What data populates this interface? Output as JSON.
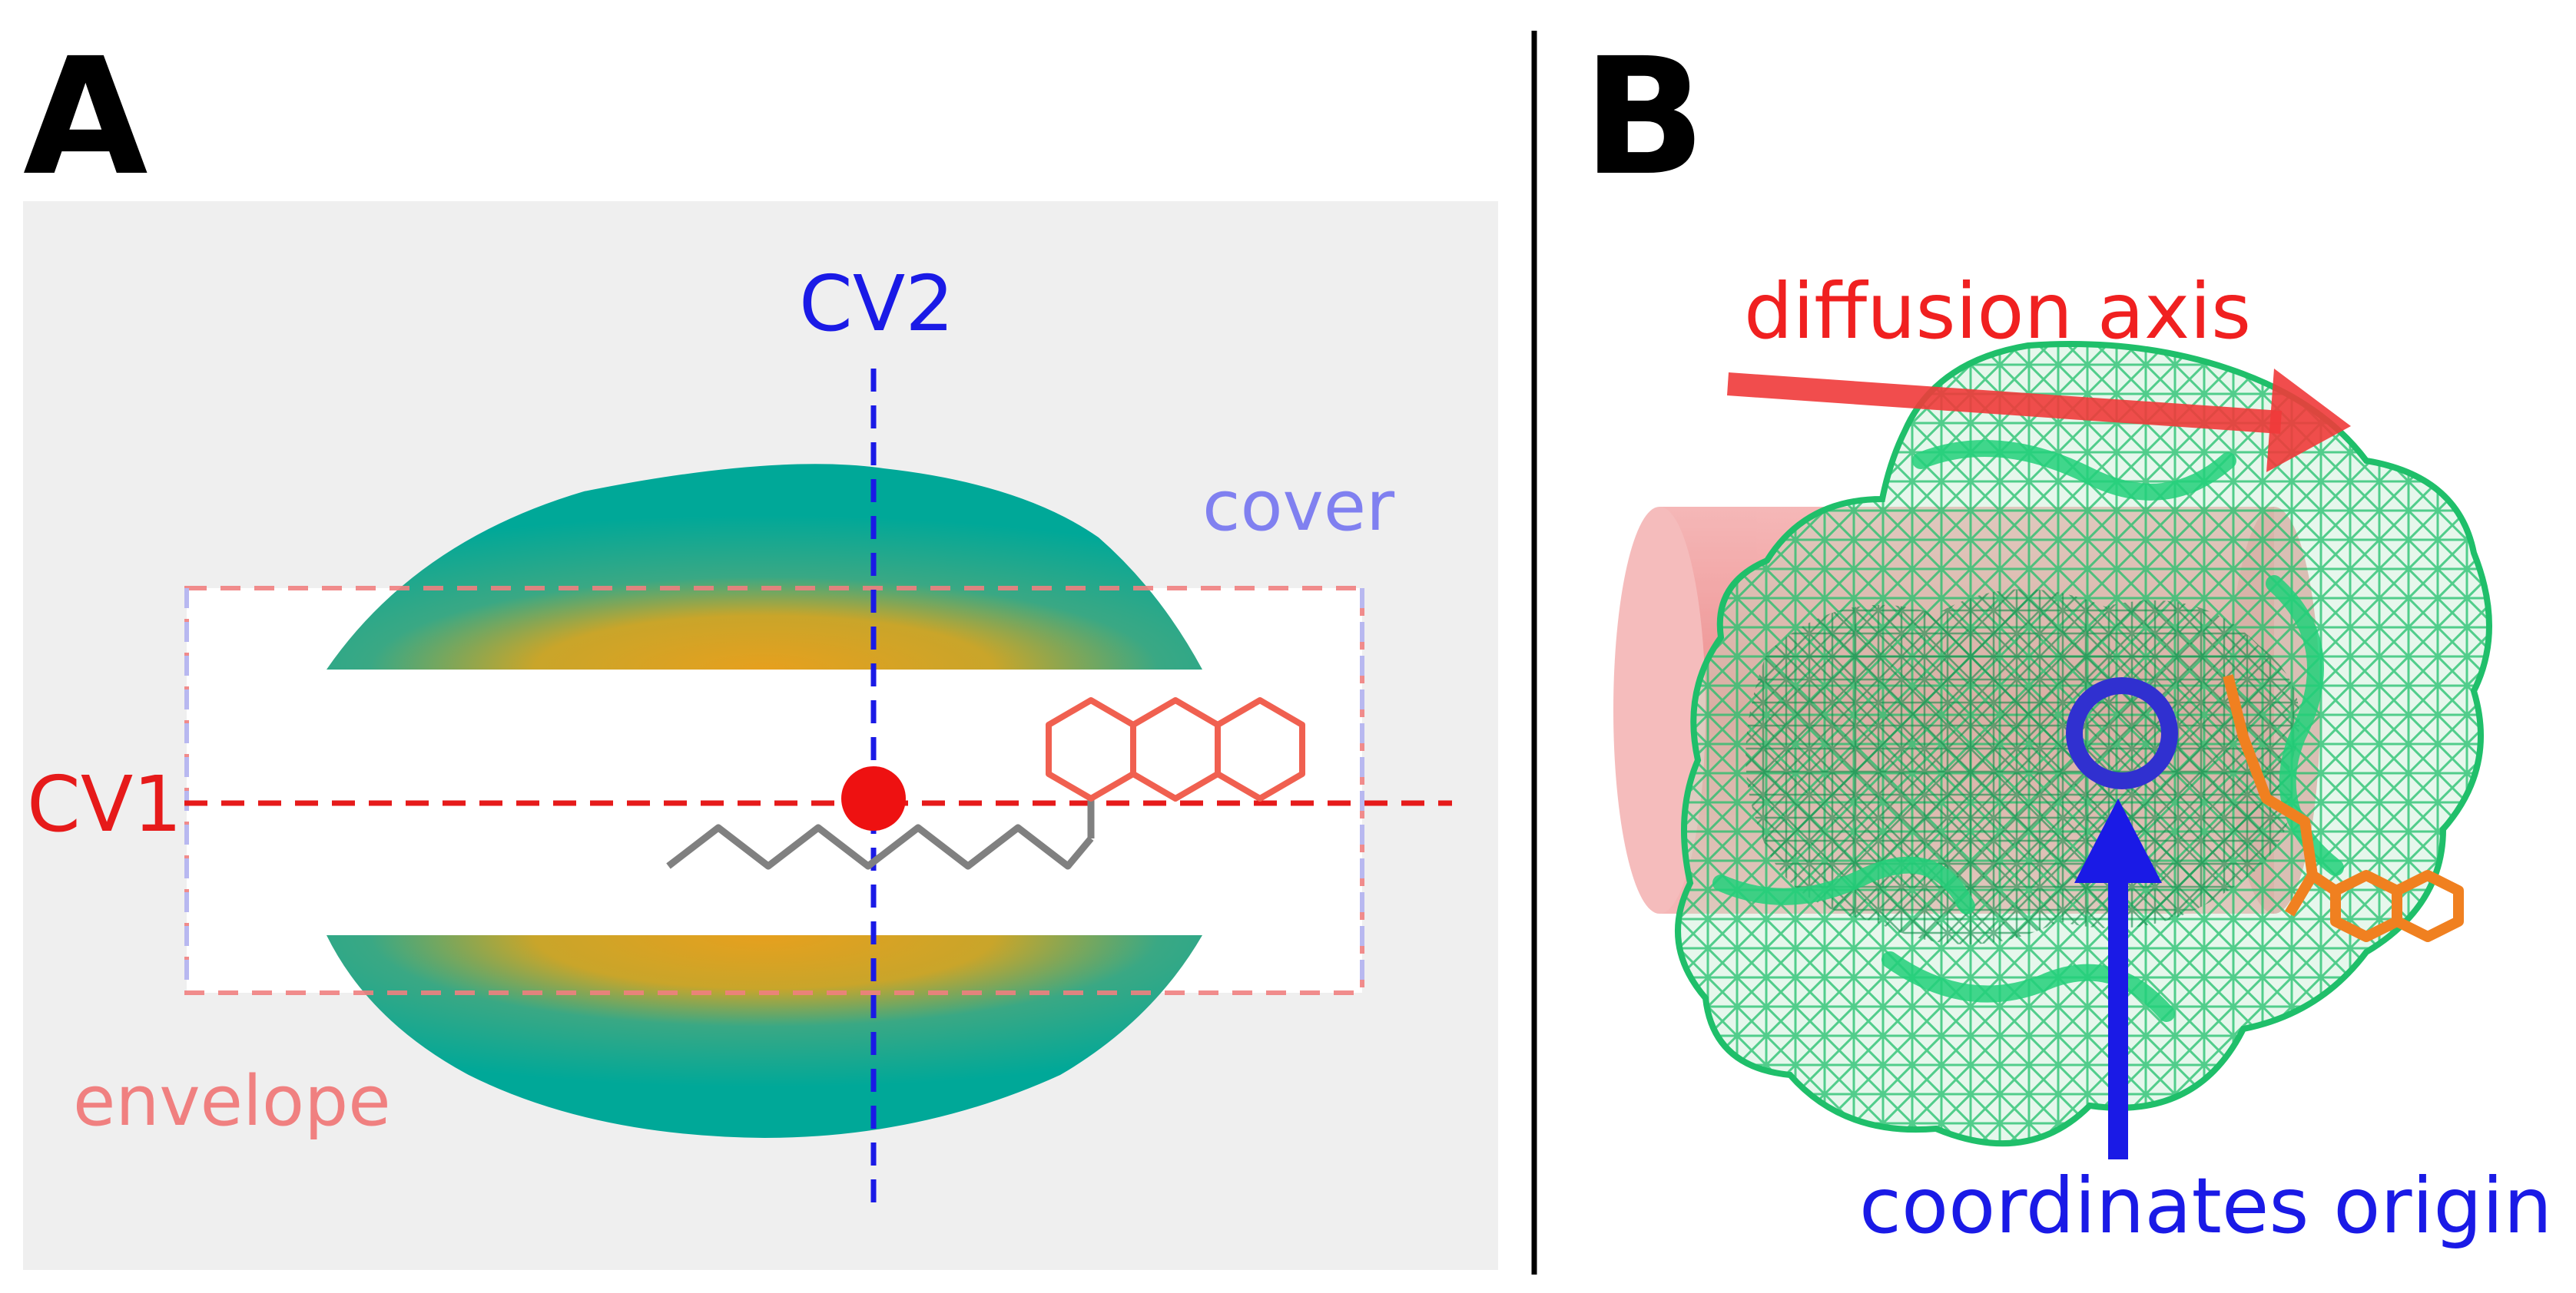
{
  "panel_a": {
    "letter": "A",
    "labels": {
      "cv2": "CV2",
      "cv1": "CV1",
      "cover": "cover",
      "envelope": "envelope"
    }
  },
  "panel_b": {
    "letter": "B",
    "labels": {
      "diffusion_axis": "diffusion axis",
      "coordinates_origin": "coordinates origin"
    }
  },
  "colors": {
    "cv2_axis": "#1a1ae6",
    "cv1_axis": "#e61a1a",
    "cover": "#8080f0",
    "envelope": "#f08080",
    "lens_teal": "#00a898",
    "lens_core": "#e6a01e",
    "molecule_ring": "#f06050",
    "molecule_chain": "#808080",
    "mesh_green": "#1fbf6a",
    "cylinder_red": "#e85a5a",
    "origin_ring": "#3030d0"
  }
}
